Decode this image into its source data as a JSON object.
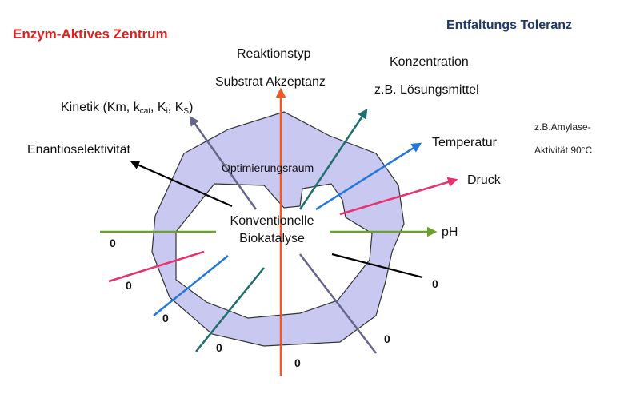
{
  "title_left": "Enzym-Aktives Zentrum",
  "title_right": "Entfaltungs Toleranz",
  "center": {
    "line1": "Konventionelle",
    "line2": "Biokatalyse"
  },
  "region_label": "Optimierungsraum",
  "axes": {
    "reaktionstyp": "Reaktionstyp",
    "substrat": "Substrat Akzeptanz",
    "konzentration": "Konzentration",
    "loesungsmittel": "z.B. Lösungsmittel",
    "kinetik": {
      "pre": "Kinetik (Km, k",
      "sub1": "cat",
      "mid1": ", K",
      "sub2": "i",
      "mid2": "; K",
      "sub3": "S",
      "post": ")"
    },
    "enantio": "Enantioselektivität",
    "temperatur": "Temperatur",
    "druck": "Druck",
    "ph": "pH"
  },
  "note": {
    "line1": "z.B.Amylase-",
    "line2": "Aktivität 90°C"
  },
  "zero": "0",
  "colors": {
    "red": "#e02020",
    "navy": "#1f3a6b",
    "orange": "#f05a22",
    "teal": "#1f6f6f",
    "blue": "#2277dd",
    "pink": "#e8326e",
    "green": "#6aa12a",
    "grey": "#66668a",
    "black": "#000000",
    "region": "#c8c8f0"
  }
}
